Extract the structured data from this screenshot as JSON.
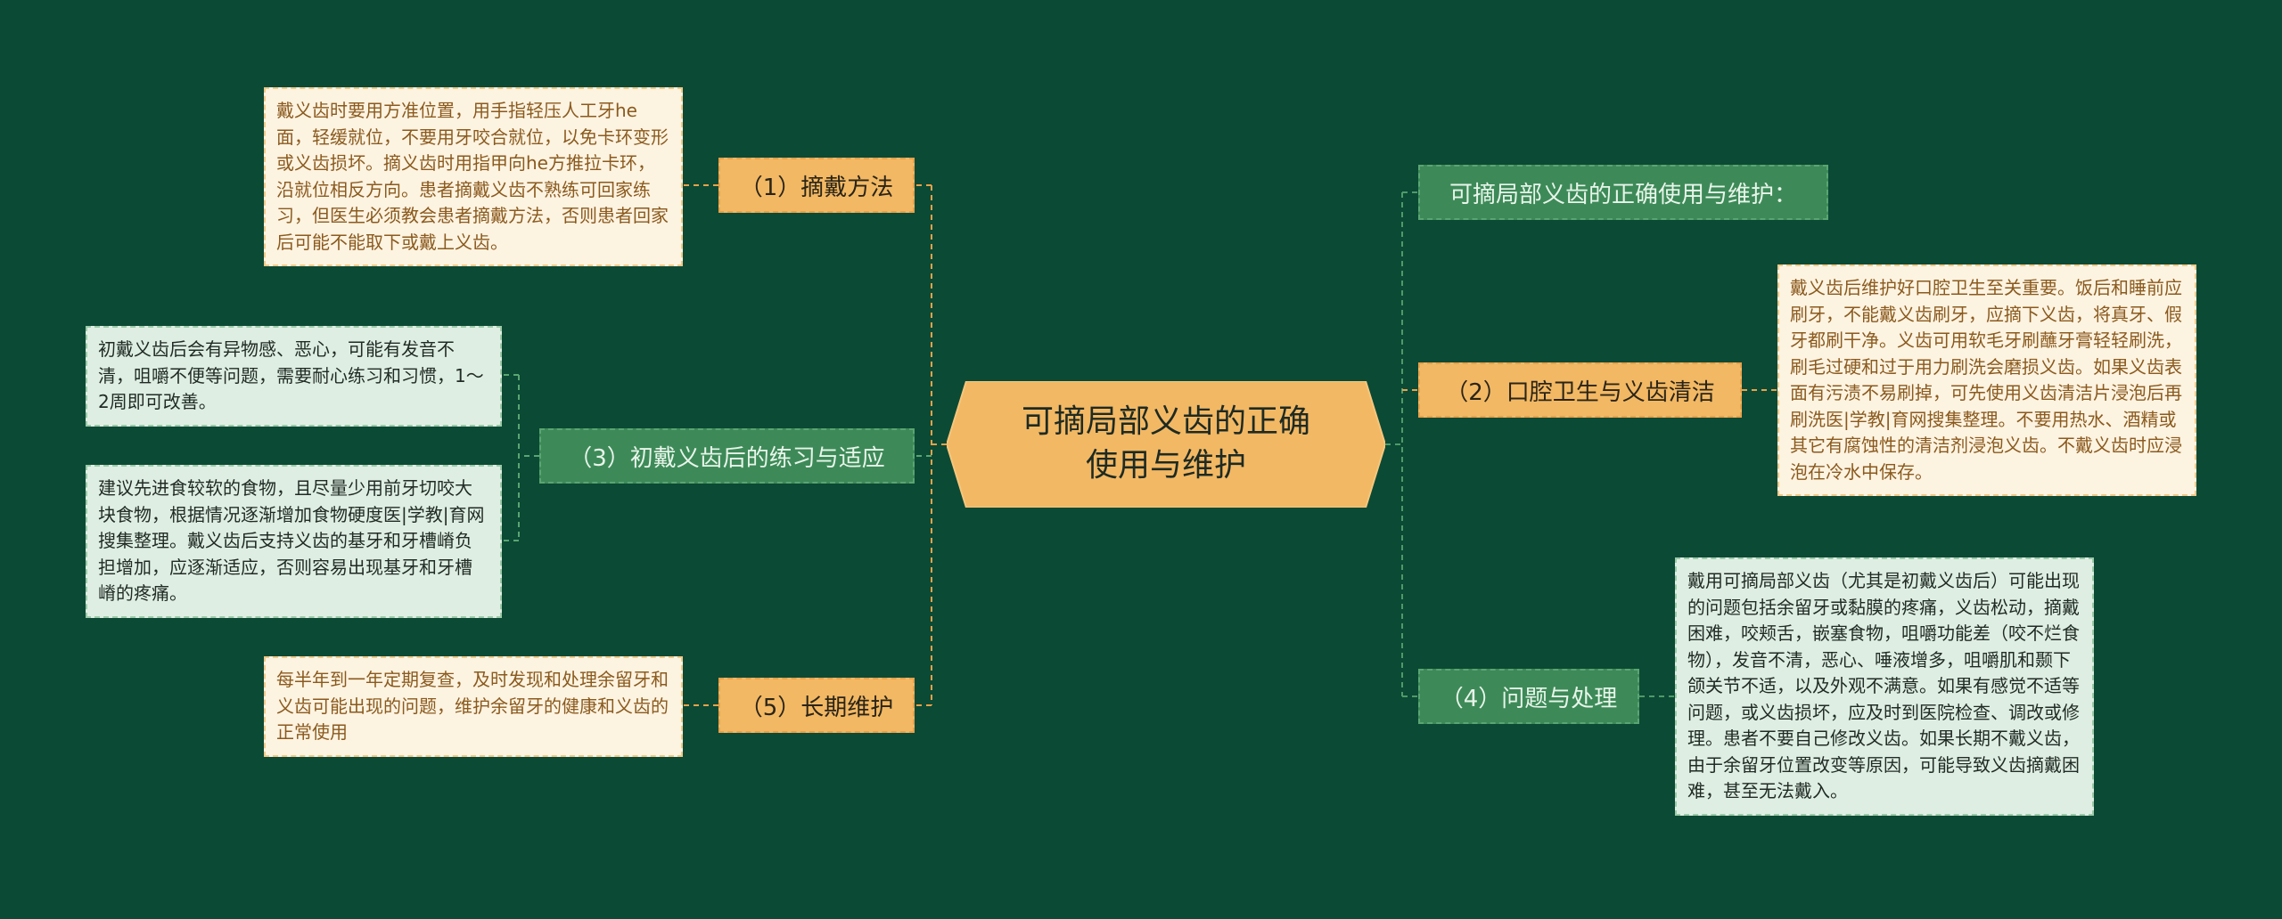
{
  "central": {
    "title": "可摘局部义齿的正确使用与维护"
  },
  "branches": {
    "b1": "（1）摘戴方法",
    "b2": "（2）口腔卫生与义齿清洁",
    "b3": "（3）初戴义齿后的练习与适应",
    "b4": "（4）问题与处理",
    "b5": "（5）长期维护",
    "intro": "可摘局部义齿的正确使用与维护："
  },
  "leaves": {
    "l1": "戴义齿时要用方准位置，用手指轻压人工牙he面，轻缓就位，不要用牙咬合就位，以免卡环变形或义齿损坏。摘义齿时用指甲向he方推拉卡环，沿就位相反方向。患者摘戴义齿不熟练可回家练习，但医生必须教会患者摘戴方法，否则患者回家后可能不能取下或戴上义齿。",
    "l3a": "初戴义齿后会有异物感、恶心，可能有发音不清，咀嚼不便等问题，需要耐心练习和习惯，1～2周即可改善。",
    "l3b": "建议先进食较软的食物，且尽量少用前牙切咬大块食物，根据情况逐渐增加食物硬度医|学教|育网搜集整理。戴义齿后支持义齿的基牙和牙槽嵴负担增加，应逐渐适应，否则容易出现基牙和牙槽嵴的疼痛。",
    "l5": "每半年到一年定期复查，及时发现和处理余留牙和义齿可能出现的问题，维护余留牙的健康和义齿的正常使用",
    "l2": "戴义齿后维护好口腔卫生至关重要。饭后和睡前应刷牙，不能戴义齿刷牙，应摘下义齿，将真牙、假牙都刷干净。义齿可用软毛牙刷蘸牙膏轻轻刷洗，刷毛过硬和过于用力刷洗会磨损义齿。如果义齿表面有污渍不易刷掉，可先使用义齿清洁片浸泡后再刷洗医|学教|育网搜集整理。不要用热水、酒精或其它有腐蚀性的清洁剂浸泡义齿。不戴义齿时应浸泡在冷水中保存。",
    "l4": "戴用可摘局部义齿（尤其是初戴义齿后）可能出现的问题包括余留牙或黏膜的疼痛，义齿松动，摘戴困难，咬颊舌，嵌塞食物，咀嚼功能差（咬不烂食物），发音不清，恶心、唾液增多，咀嚼肌和颞下颌关节不适，以及外观不满意。如果有感觉不适等问题，或义齿损坏，应及时到医院检查、调改或修理。患者不要自己修改义齿。如果长期不戴义齿，由于余留牙位置改变等原因，可能导致义齿摘戴困难，甚至无法戴入。"
  },
  "colors": {
    "background": "#0b4a35",
    "central_fill": "#f2b864",
    "orange_branch": "#f2b864",
    "green_branch": "#3d8a58",
    "cream_leaf": "#fdf3e1",
    "mint_leaf": "#dfeee3",
    "connector_orange": "#e8a14a",
    "connector_green": "#4f9a68"
  }
}
